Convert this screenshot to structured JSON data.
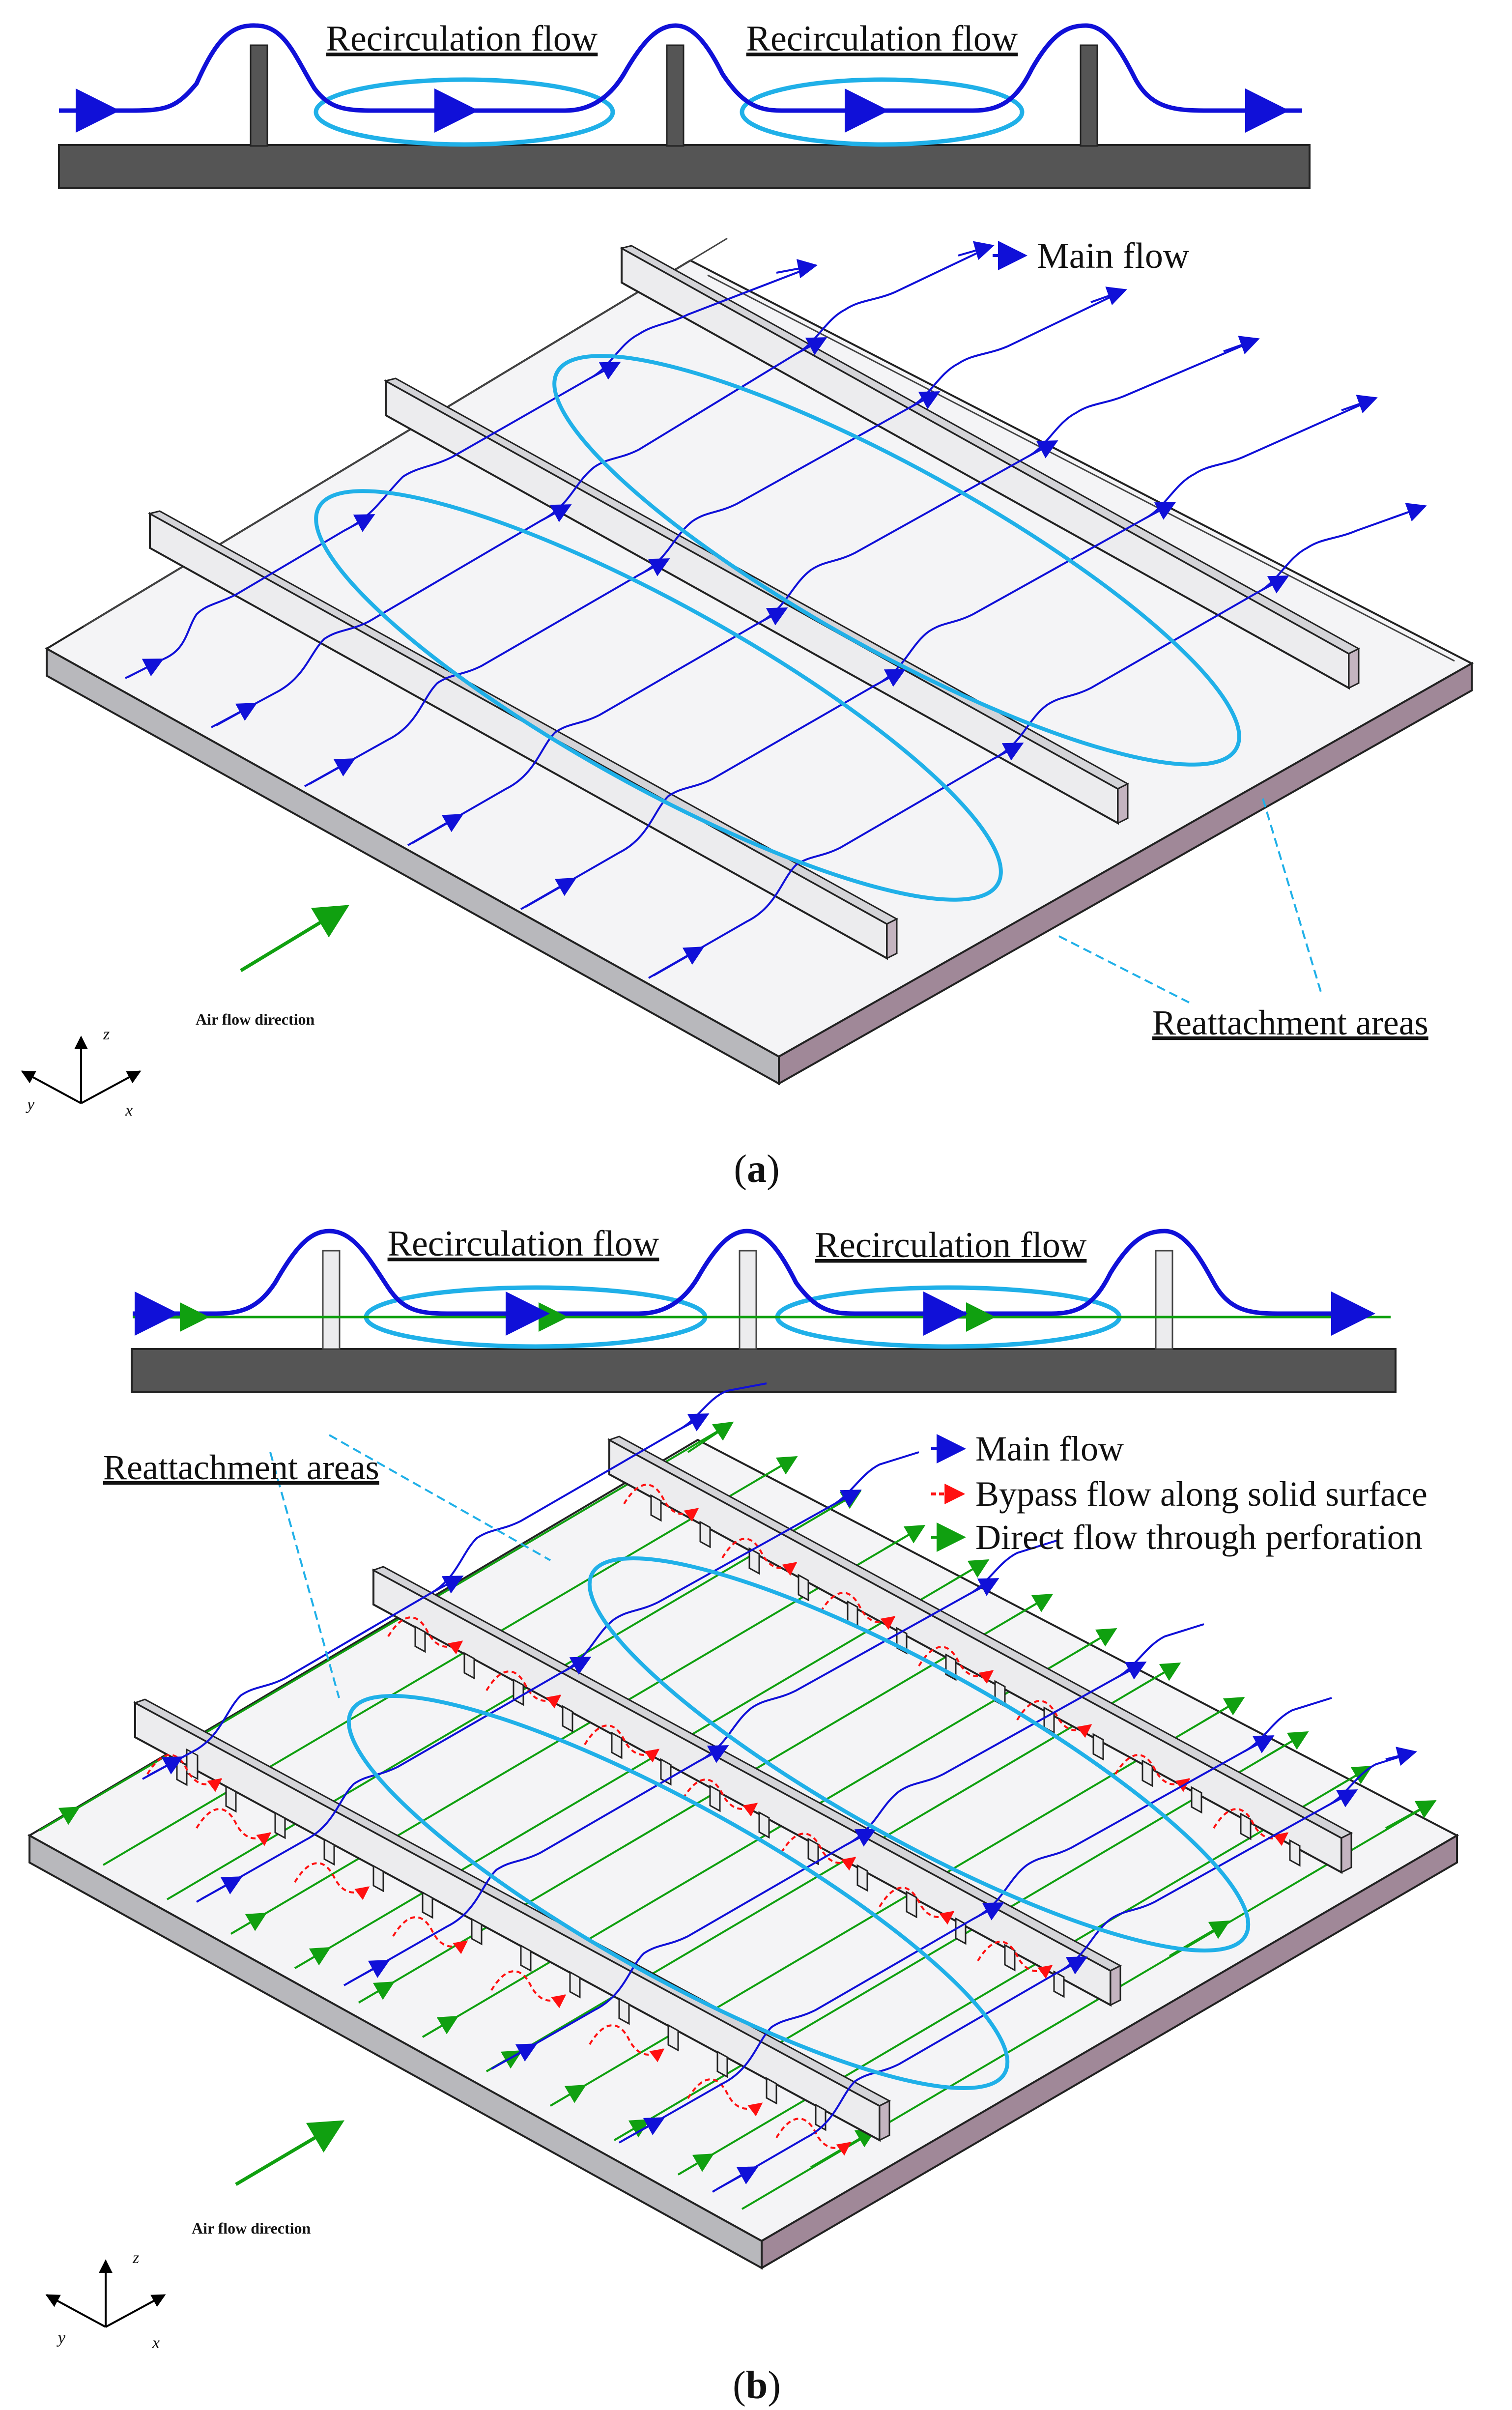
{
  "panel_a": {
    "section_labels": [
      "Recirculation flow",
      "Recirculation flow"
    ],
    "legend_main": "Main flow",
    "air_flow": "Air flow direction",
    "reattachment": "Reattachment areas",
    "axes": {
      "z": "z",
      "y": "y",
      "x": "x"
    },
    "caption": {
      "open": "(",
      "letter": "a",
      "close": ")"
    }
  },
  "panel_b": {
    "section_labels": [
      "Recirculation flow",
      "Recirculation flow"
    ],
    "reattachment": "Reattachment areas",
    "legend_main": "Main flow",
    "legend_bypass": "Bypass flow along solid surface",
    "legend_direct": "Direct flow through perforation",
    "air_flow": "Air flow direction",
    "axes": {
      "z": "z",
      "y": "y",
      "x": "x"
    },
    "caption": {
      "open": "(",
      "letter": "b",
      "close": ")"
    }
  },
  "colors": {
    "main_flow": "#1010d8",
    "bypass_flow": "#ff1010",
    "direct_flow": "#10a010",
    "reattachment_ellipse": "#20b0e8",
    "plate_top": "#f4f4f6",
    "plate_front": "#b8b8bc",
    "plate_side": "#a08898",
    "rib": "#ececee",
    "base_bar": "#555555"
  }
}
